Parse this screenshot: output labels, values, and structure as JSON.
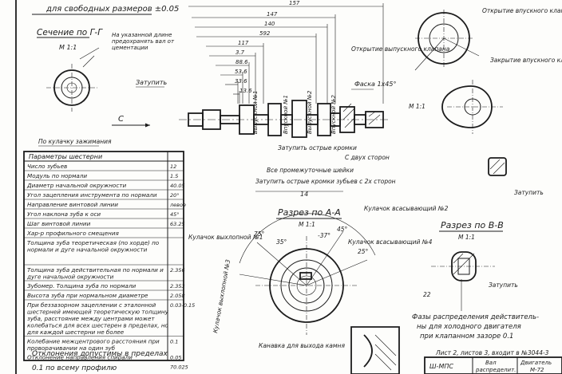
{
  "top": {
    "tolerance_note": "для свободных размеров ±0.05",
    "section_title": "Сечение по Г-Г",
    "section_scale": "М 1:1",
    "length_note": "На указанной длине предохранять вал от цементации",
    "grind_left": "Затупить",
    "grind_right": "Затупить",
    "clamp_note": "По кулачку зажимания",
    "center_label": "C",
    "chamfer": "Фаска 1х45°",
    "cam_open": "Открытие выпускного клапана",
    "cam_inlet_open": "Открытие впускного клапана",
    "cam_close": "Закрытие впускного клапана",
    "marks": [
      "Выпускной №1",
      "Впускной №1",
      "Выпускной №2",
      "Впускной №2"
    ],
    "blunt_1": "Затупить острые кромки",
    "blunt_2": "Все промежуточные шейки",
    "blunt_3": "Затупить острые кромки зубьев с 2х сторон",
    "both_sides": "С двух сторон",
    "dim_14": "14",
    "right_scale": "М 1:1",
    "dims": [
      "157",
      "147",
      "140",
      "592",
      "117",
      "3.7",
      "88.6",
      "53.6",
      "33.6",
      "13.6"
    ]
  },
  "params": {
    "title": "Параметры шестерни",
    "rows": [
      {
        "label": "Число зубьев",
        "value": "12"
      },
      {
        "label": "Модуль по нормали",
        "value": "1.5"
      },
      {
        "label": "Диаметр начальной окружности",
        "value": "40.05"
      },
      {
        "label": "Угол зацепления инструмента по нормали",
        "value": "20°"
      },
      {
        "label": "Направление винтовой линии",
        "value": "левое"
      },
      {
        "label": "Угол наклона зуба к оси",
        "value": "45°"
      },
      {
        "label": "Шаг винтовой линии",
        "value": "63.25"
      },
      {
        "label": "Хар-р профильного смещения",
        "value": ""
      },
      {
        "label": "Толщина зуба теоретическая (по хорде) по нормали и дуге начальной окружности",
        "value": ""
      },
      {
        "label": "Толщина зуба действительная по нормали и дуге начальной окружности",
        "value": "2.356"
      },
      {
        "label": "Зубомер. Толщина зуба по нормали",
        "value": "2.353"
      },
      {
        "label": "Высота зуба при нормальном диаметре",
        "value": "2.058"
      },
      {
        "label": "При беззазорном зацеплении с эталонной шестерней имеющей теоретическую толщину зуба, расстояние между центрами может колебаться для всех шестерен в пределах, но для каждой шестерни не более",
        "value": "0.03-0.15"
      },
      {
        "label": "Колебание межцентрового расстояния при проворачивании на один зуб",
        "value": "0.1"
      },
      {
        "label": "Отклонение направления спирали",
        "value": "0.05"
      },
      {
        "label": "",
        "value": "70.025"
      }
    ],
    "footer_1": "Отклонения допустимы в пределах",
    "footer_2": "0.1 по всему профилю"
  },
  "section_aa": {
    "title": "Разрез по А-А",
    "scale": "М 1:1",
    "inlet_2": "Кулачок всасывающий №2",
    "exhaust_1": "Кулачок выхлопной №1",
    "inlet_4": "Кулачок всасывающий №4",
    "cam_3": "Кулачок выхлопной №3",
    "groove": "Канавка для выхода камня",
    "angles": [
      "75°",
      "35°",
      "-37°",
      "45°",
      "25°"
    ]
  },
  "section_bb": {
    "title": "Разрез по В-В",
    "scale": "М 1:1",
    "phase_1": "Фазы распределения действитель-",
    "phase_2": "ны для холодного двигателя",
    "phase_3": "при клапанном зазоре 0.1",
    "dim_22": "22",
    "grind": "Затупить"
  },
  "stamp": {
    "sheet_note": "Лист 2, листов 3, входит в №3044-3",
    "code": "Ш-МПС",
    "name_1": "Вал",
    "name_2": "распределит.",
    "engine_1": "Двигатель",
    "engine_2": "М-72"
  }
}
